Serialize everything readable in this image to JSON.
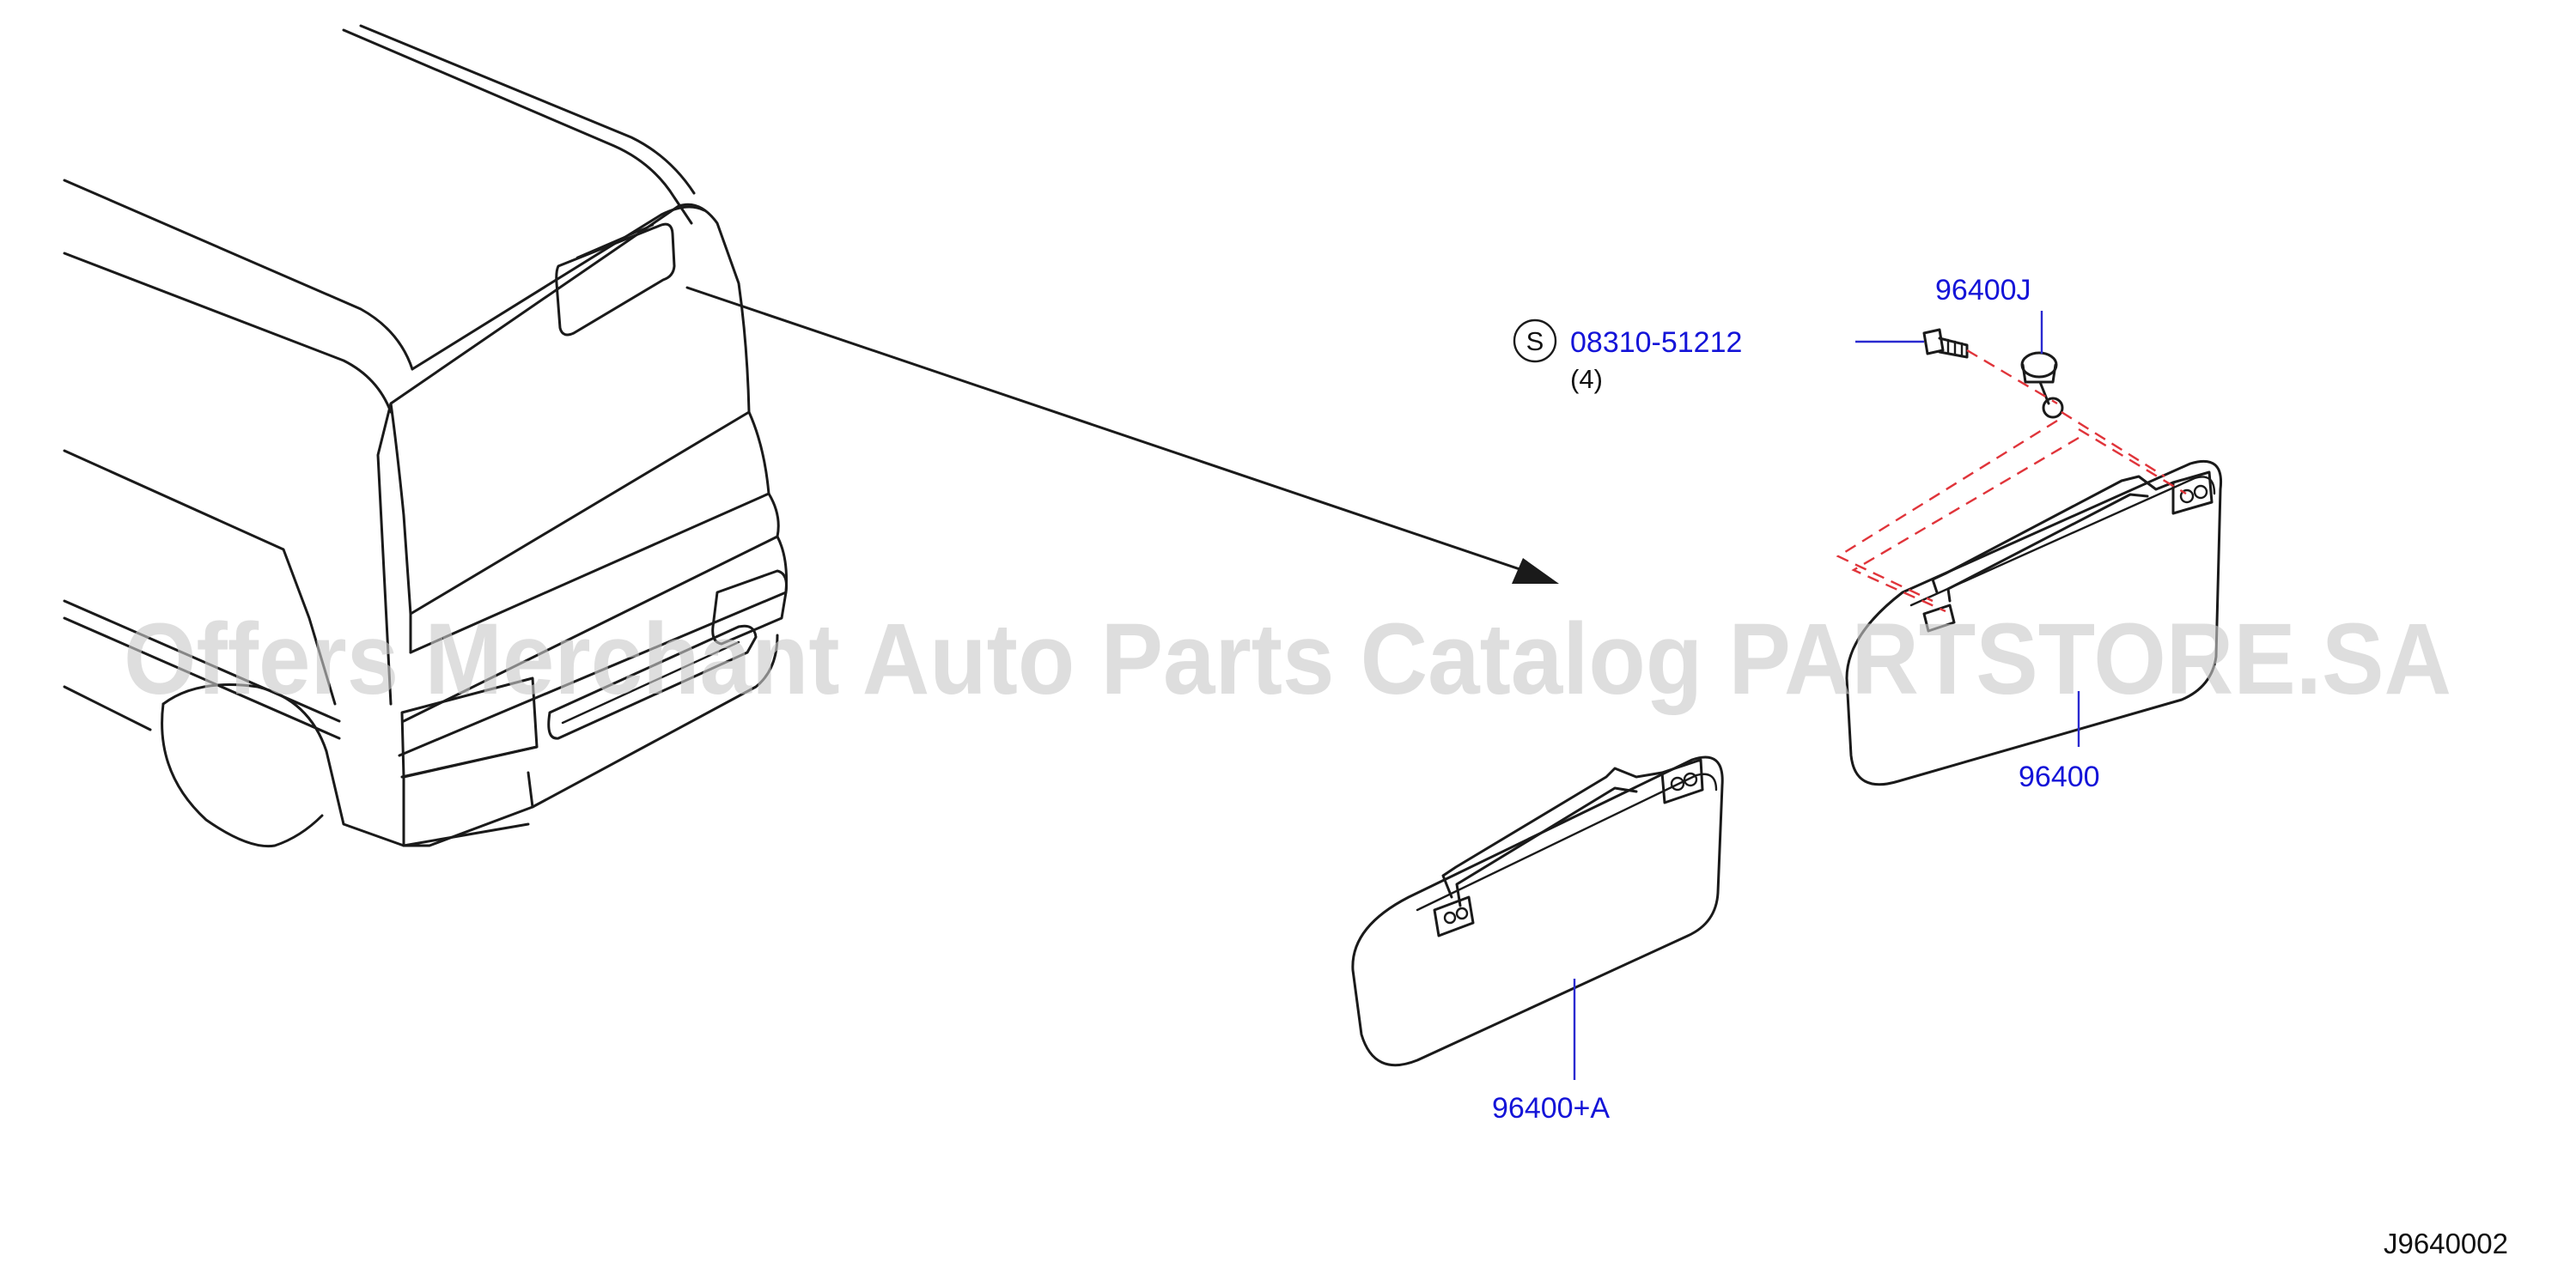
{
  "labels": {
    "visor_right": "96400",
    "visor_left": "96400+A",
    "holder": "96400J",
    "screw_part": "08310-51212",
    "screw_qty": "(4)",
    "screw_symbol": "S"
  },
  "diagram_code": "J9640002",
  "watermark": "Offers Merchant Auto Parts Catalog PARTSTORE.SA",
  "colors": {
    "part_number": "#1414d8",
    "leader_line": "#2a2ad0",
    "assembly_dash": "#e0343a",
    "linework": "#1a1a1a",
    "watermark": "#c9c9c9"
  }
}
